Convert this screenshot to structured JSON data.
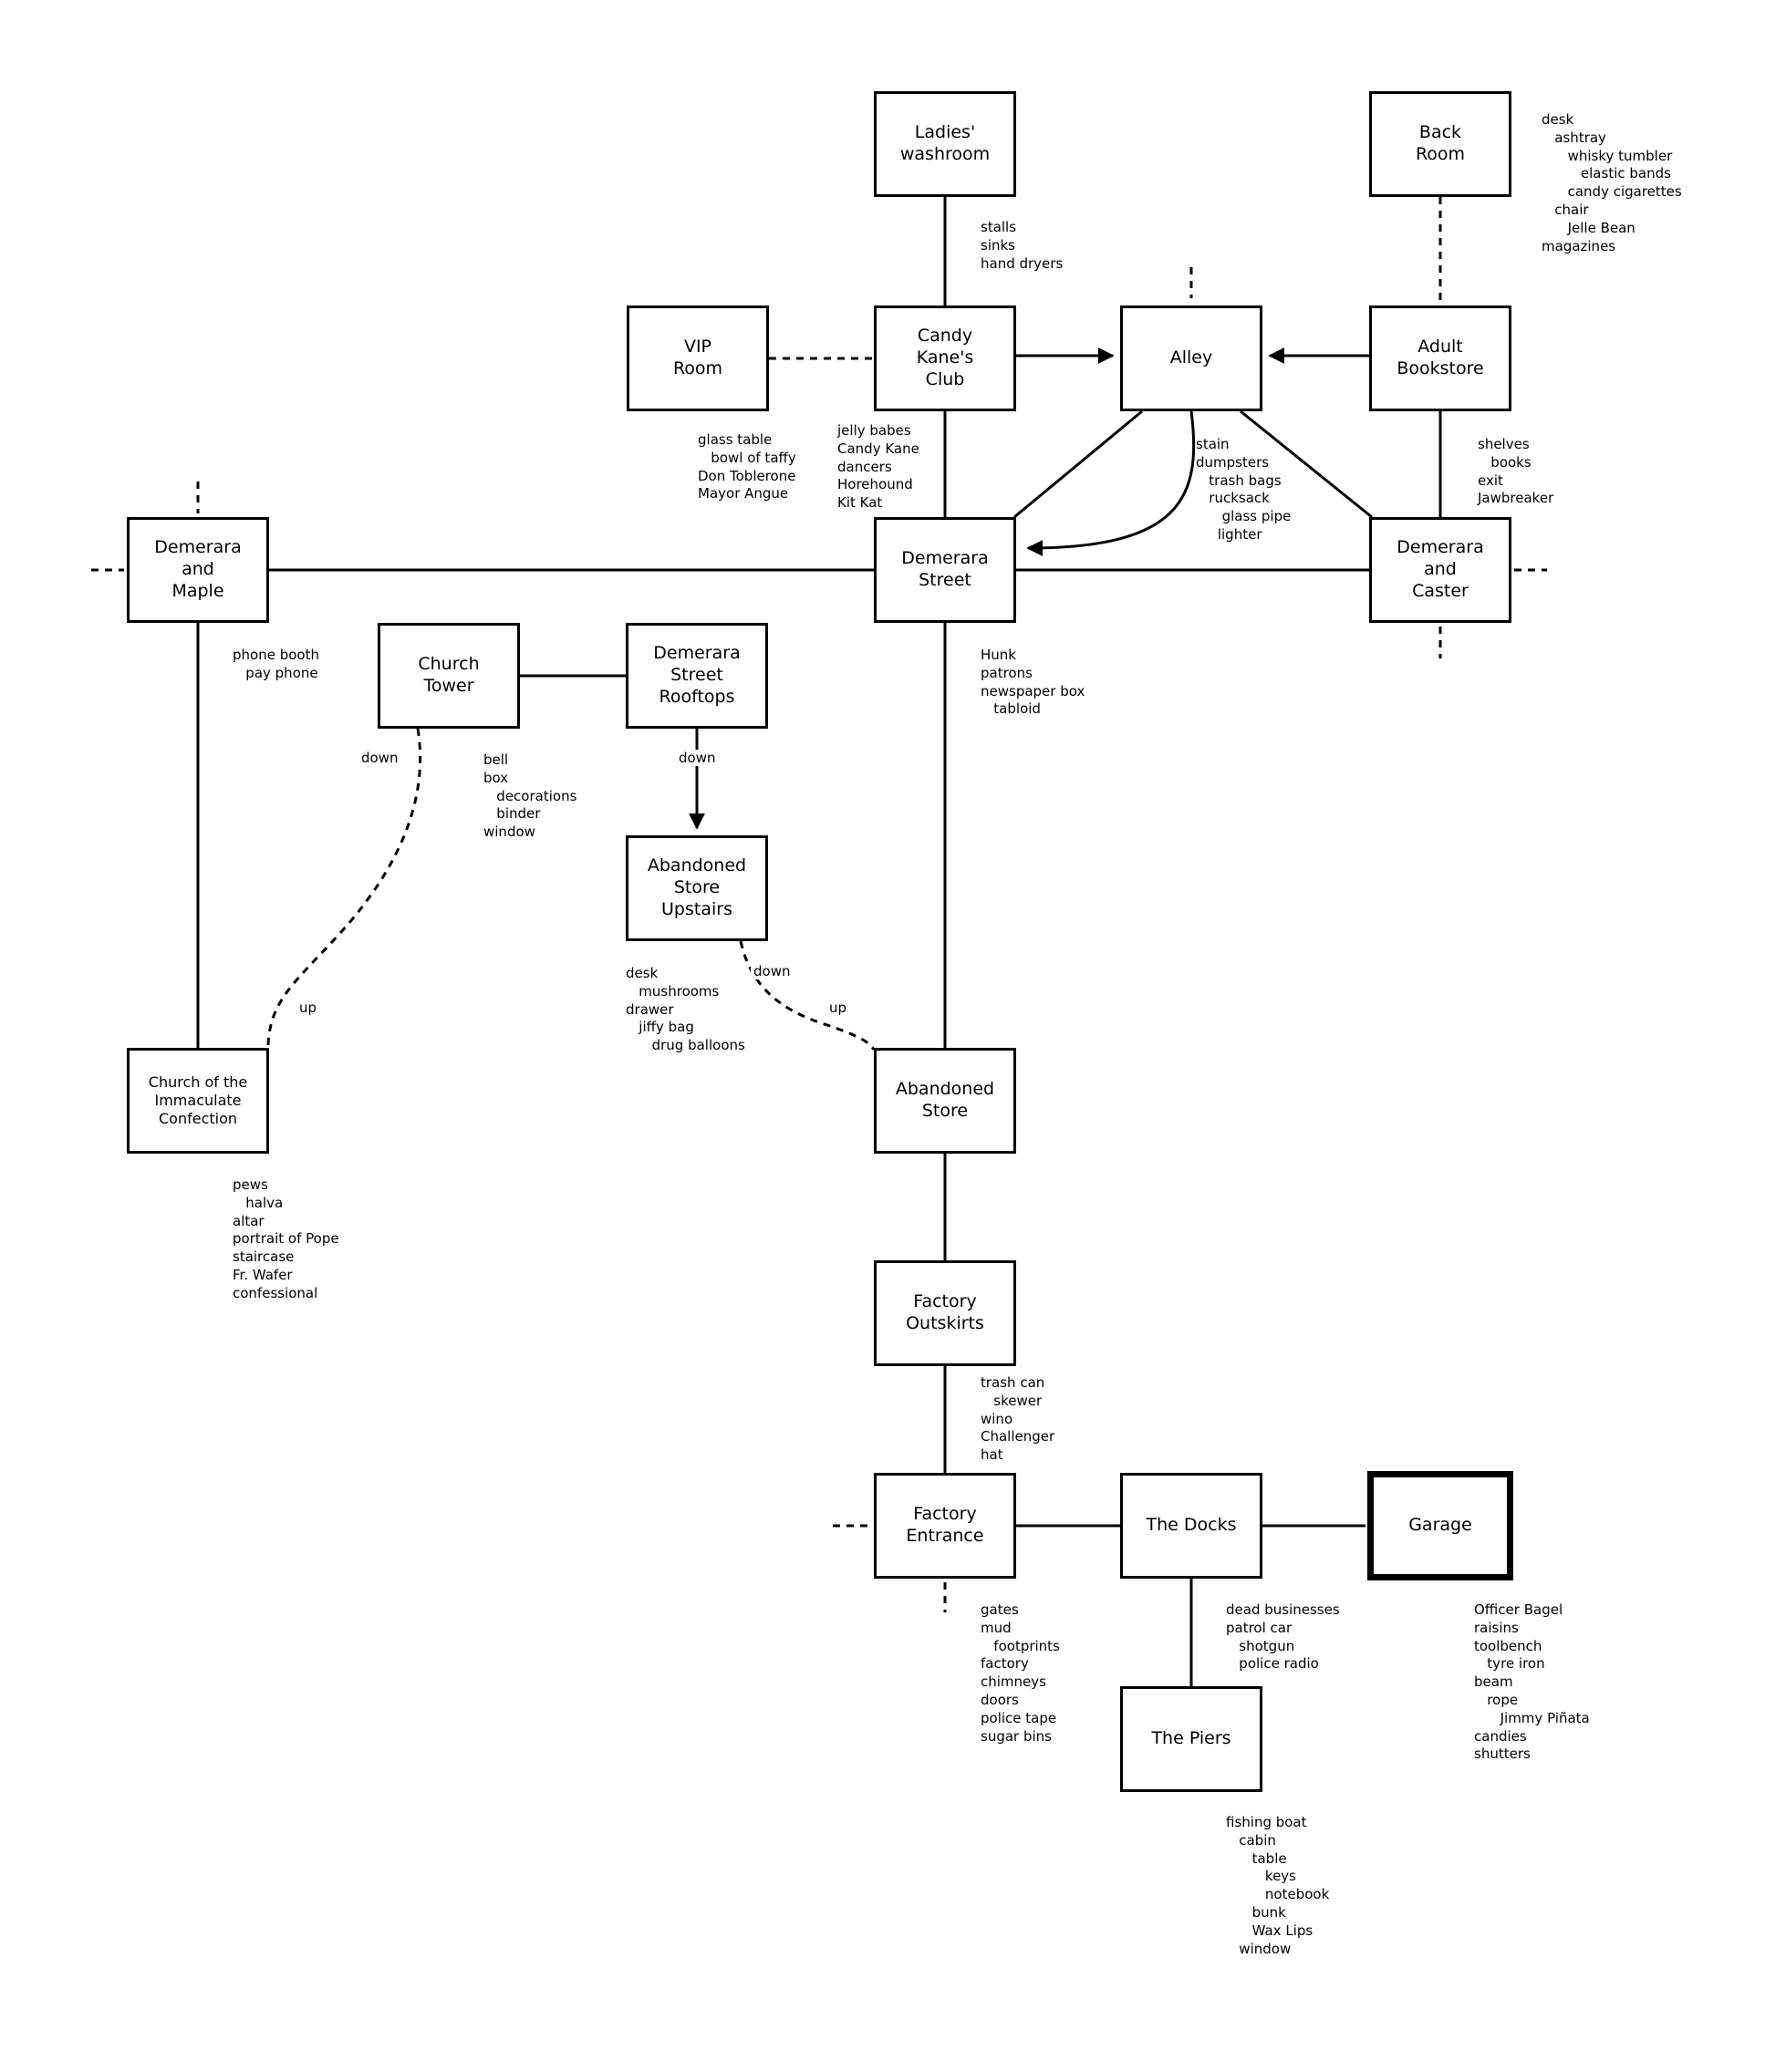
{
  "colors": {
    "line": "#000000",
    "box_border": "#000000",
    "background": "#ffffff"
  },
  "nodes": {
    "ladies_washroom": {
      "label": "Ladies'\nwashroom"
    },
    "back_room": {
      "label": "Back\nRoom"
    },
    "vip_room": {
      "label": "VIP\nRoom"
    },
    "candy_kanes_club": {
      "label": "Candy\nKane's\nClub"
    },
    "alley": {
      "label": "Alley"
    },
    "adult_bookstore": {
      "label": "Adult\nBookstore"
    },
    "demerara_and_maple": {
      "label": "Demerara\nand\nMaple"
    },
    "demerara_street": {
      "label": "Demerara\nStreet"
    },
    "demerara_and_caster": {
      "label": "Demerara\nand\nCaster"
    },
    "church_tower": {
      "label": "Church\nTower"
    },
    "demerara_street_rooftops": {
      "label": "Demerara\nStreet\nRooftops"
    },
    "abandoned_store_upstairs": {
      "label": "Abandoned\nStore\nUpstairs"
    },
    "church": {
      "label": "Church of the\nImmaculate\nConfection"
    },
    "abandoned_store": {
      "label": "Abandoned\nStore"
    },
    "factory_outskirts": {
      "label": "Factory\nOutskirts"
    },
    "factory_entrance": {
      "label": "Factory\nEntrance"
    },
    "the_docks": {
      "label": "The Docks"
    },
    "garage": {
      "label": "Garage"
    },
    "the_piers": {
      "label": "The Piers"
    }
  },
  "annotations": {
    "ladies_washroom": "stalls\nsinks\nhand dryers",
    "back_room": "desk\n   ashtray\n      whisky tumbler\n         elastic bands\n      candy cigarettes\n   chair\n      Jelle Bean\nmagazines",
    "candy_club_left": "glass table\n   bowl of taffy\nDon Toblerone\nMayor Angue",
    "candy_club_right": "jelly babes\nCandy Kane\ndancers\nHorehound\nKit Kat",
    "alley": "stain\ndumpsters\n   trash bags\n   rucksack\n      glass pipe\n     lighter",
    "adult_bookstore": "shelves\n   books\nexit\nJawbreaker",
    "demerara_and_maple": "phone booth\n   pay phone",
    "demerara_street": "Hunk\npatrons\nnewspaper box\n   tabloid",
    "church_tower": "bell\nbox\n   decorations\n   binder\nwindow",
    "abandoned_store_upstairs": "desk\n   mushrooms\ndrawer\n   jiffy bag\n      drug balloons",
    "church": "pews\n   halva\naltar\nportrait of Pope\nstaircase\nFr. Wafer\nconfessional",
    "factory_outskirts": "trash can\n   skewer\nwino\nChallenger\nhat",
    "factory_entrance": "gates\nmud\n   footprints\nfactory\nchimneys\ndoors\npolice tape\nsugar bins",
    "the_docks": "dead businesses\npatrol car\n   shotgun\n   police radio",
    "garage": "Officer Bagel\nraisins\ntoolbench\n   tyre iron\nbeam\n   rope\n      Jimmy Piñata\ncandies\nshutters",
    "the_piers": "fishing boat\n   cabin\n      table\n         keys\n         notebook\n      bunk\n      Wax Lips\n   window"
  },
  "edge_labels": {
    "tower_down": "down",
    "rooftops_down": "down",
    "upstairs_down": "down",
    "church_up": "up",
    "store_up": "up"
  }
}
